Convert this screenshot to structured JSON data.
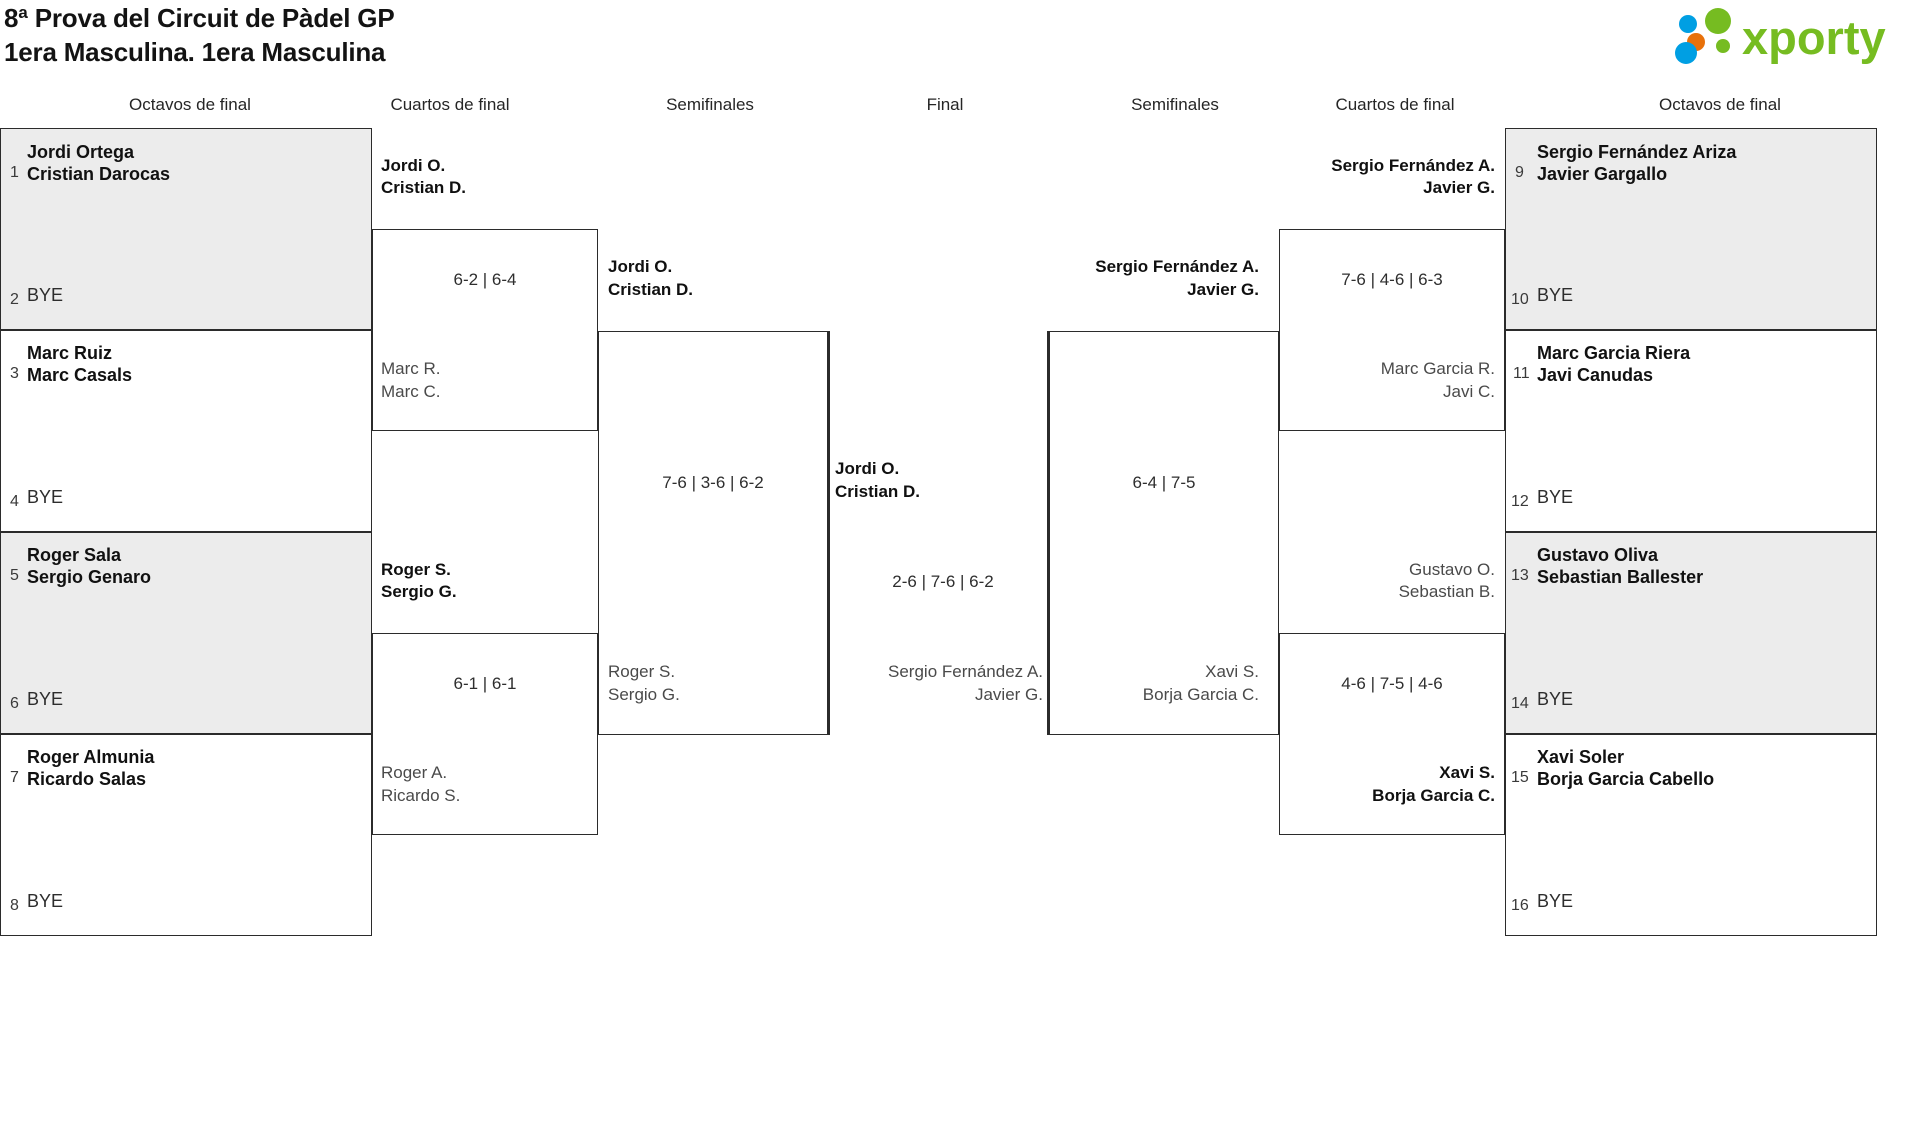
{
  "header": {
    "title_line1": "8ª Prova del Circuit de Pàdel GP",
    "title_line2": "1era Masculina. 1era Masculina",
    "logo_text": "xporty",
    "logo_colors": {
      "green": "#76bc21",
      "blue": "#009fe3",
      "orange": "#e8710a"
    }
  },
  "rounds": {
    "left": [
      {
        "id": "left-r16",
        "label": "Octavos de final"
      },
      {
        "id": "left-qf",
        "label": "Cuartos de final"
      },
      {
        "id": "left-sf",
        "label": "Semifinales"
      }
    ],
    "final": {
      "id": "final",
      "label": "Final"
    },
    "right": [
      {
        "id": "right-sf",
        "label": "Semifinales"
      },
      {
        "id": "right-qf",
        "label": "Cuartos de final"
      },
      {
        "id": "right-r16",
        "label": "Octavos de final"
      }
    ]
  },
  "bye_label": "BYE",
  "first_round_left": [
    {
      "seed_top": "1",
      "p1": "Jordi Ortega",
      "p2": "Cristian Darocas",
      "seed_bot": "2",
      "bottom": "BYE",
      "shaded": true
    },
    {
      "seed_top": "3",
      "p1": "Marc Ruiz",
      "p2": "Marc Casals",
      "seed_bot": "4",
      "bottom": "BYE",
      "shaded": false
    },
    {
      "seed_top": "5",
      "p1": "Roger Sala",
      "p2": "Sergio Genaro",
      "seed_bot": "6",
      "bottom": "BYE",
      "shaded": true
    },
    {
      "seed_top": "7",
      "p1": "Roger Almunia",
      "p2": "Ricardo Salas",
      "seed_bot": "8",
      "bottom": "BYE",
      "shaded": false
    }
  ],
  "first_round_right": [
    {
      "seed_top": "9",
      "p1": "Sergio Fernández Ariza",
      "p2": "Javier Gargallo",
      "seed_bot": "10",
      "bottom": "BYE",
      "shaded": true
    },
    {
      "seed_top": "11",
      "p1": "Marc Garcia Riera",
      "p2": "Javi Canudas",
      "seed_bot": "12",
      "bottom": "BYE",
      "shaded": false
    },
    {
      "seed_top": "13",
      "p1": "Gustavo Oliva",
      "p2": "Sebastian Ballester",
      "seed_bot": "14",
      "bottom": "BYE",
      "shaded": true
    },
    {
      "seed_top": "15",
      "p1": "Xavi Soler",
      "p2": "Borja Garcia Cabello",
      "seed_bot": "16",
      "bottom": "BYE",
      "shaded": false
    }
  ],
  "quarterfinals_left": [
    {
      "top": {
        "l1": "Jordi O.",
        "l2": "Cristian D.",
        "winner": true
      },
      "bottom": {
        "l1": "Marc R.",
        "l2": "Marc C.",
        "winner": false
      },
      "score": "6-2 | 6-4"
    },
    {
      "top": {
        "l1": "Roger S.",
        "l2": "Sergio G.",
        "winner": true
      },
      "bottom": {
        "l1": "Roger A.",
        "l2": "Ricardo S.",
        "winner": false
      },
      "score": "6-1 | 6-1"
    }
  ],
  "quarterfinals_right": [
    {
      "top": {
        "l1": "Sergio Fernández A.",
        "l2": "Javier G.",
        "winner": true
      },
      "bottom": {
        "l1": "Marc Garcia R.",
        "l2": "Javi C.",
        "winner": false
      },
      "score": "7-6 | 4-6 | 6-3"
    },
    {
      "top": {
        "l1": "Gustavo O.",
        "l2": "Sebastian B.",
        "winner": false
      },
      "bottom": {
        "l1": "Xavi S.",
        "l2": "Borja Garcia C.",
        "winner": true
      },
      "score": "4-6 | 7-5 | 4-6"
    }
  ],
  "semifinal_left": {
    "top": {
      "l1": "Jordi O.",
      "l2": "Cristian D.",
      "winner": true
    },
    "bottom": {
      "l1": "Roger S.",
      "l2": "Sergio G.",
      "winner": false
    },
    "score": "7-6 | 3-6 | 6-2"
  },
  "semifinal_right": {
    "top": {
      "l1": "Sergio Fernández A.",
      "l2": "Javier G.",
      "winner": true
    },
    "bottom": {
      "l1": "Xavi S.",
      "l2": "Borja Garcia C.",
      "winner": false
    },
    "score": "6-4 | 7-5"
  },
  "final_match": {
    "top": {
      "l1": "Jordi O.",
      "l2": "Cristian D.",
      "winner": true
    },
    "bottom": {
      "l1": "Sergio Fernández A.",
      "l2": "Javier G.",
      "winner": false
    },
    "score": "2-6 | 7-6 | 6-2"
  }
}
